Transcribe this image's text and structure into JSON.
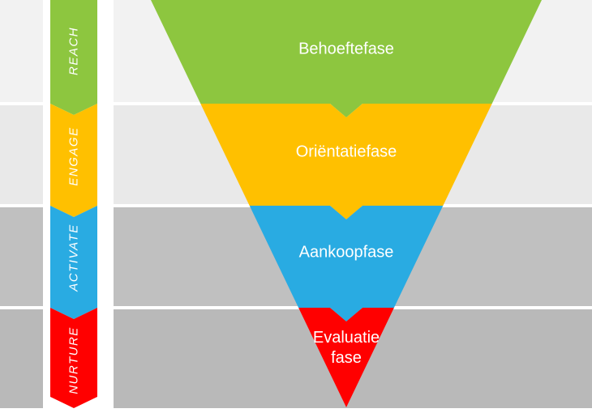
{
  "diagram": {
    "type": "inverted-funnel",
    "text_color": "#ffffff"
  },
  "background": {
    "rows": [
      {
        "color": "#f2f2f2"
      },
      {
        "color": "#e9e9e9"
      },
      {
        "color": "#c0c0c0"
      },
      {
        "color": "#b9b9b9"
      }
    ]
  },
  "sidebar": {
    "stages": [
      {
        "label": "REACH",
        "color": "#8DC63F"
      },
      {
        "label": "ENGAGE",
        "color": "#FFC000"
      },
      {
        "label": "ACTIVATE",
        "color": "#29ABE2"
      },
      {
        "label": "NURTURE",
        "color": "#FF0000"
      }
    ]
  },
  "funnel": {
    "phases": [
      {
        "label": "Behoeftefase",
        "color": "#8DC63F"
      },
      {
        "label": "Oriëntatiefase",
        "color": "#FFC000"
      },
      {
        "label": "Aankoopfase",
        "color": "#29ABE2"
      },
      {
        "label": "Evaluatie fase",
        "lines": [
          "Evaluatie",
          "fase"
        ],
        "color": "#FF0000"
      }
    ]
  }
}
